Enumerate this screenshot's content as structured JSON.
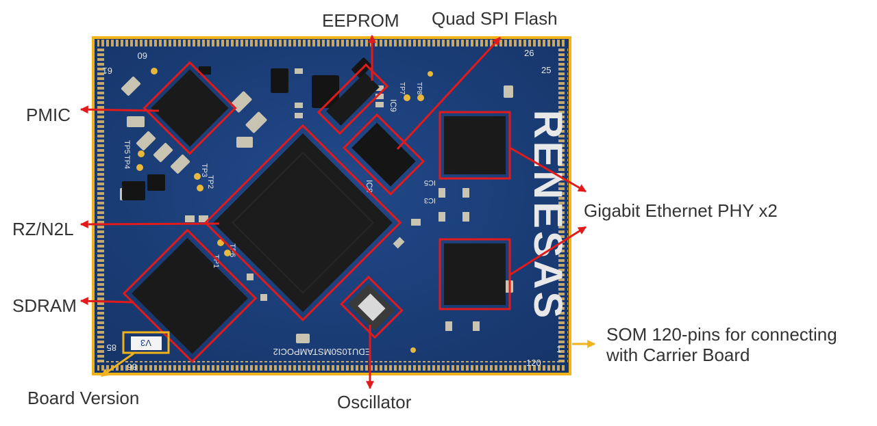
{
  "colors": {
    "background": "#ffffff",
    "pcb": "#1b3d78",
    "pcb_dark": "#12285a",
    "chip": "#1a1a1a",
    "gold": "#d8b46a",
    "outline_red": "#e11b1b",
    "outline_yellow": "#f2b21b",
    "label_text": "#333333"
  },
  "labels": {
    "eeprom": "EEPROM",
    "qspi": "Quad SPI Flash",
    "pmic": "PMIC",
    "rzn2l": "RZ/N2L",
    "sdram": "SDRAM",
    "gbe_phy": "Gigabit Ethernet PHY x2",
    "som_pins": "SOM 120-pins for connecting with Carrier Board",
    "board_version": "Board Version",
    "oscillator": "Oscillator"
  },
  "silkscreen": {
    "brand": "RENESAS",
    "part_number": "EDU10S0MSTAMPOCI2",
    "version": "V3",
    "pin_60": "60",
    "pin_61": "61",
    "pin_26": "26",
    "pin_25": "25",
    "pin_85": "85",
    "pin_86": "86",
    "pin_120": "120",
    "pin_1": "1",
    "ic9": "IC9",
    "ic8": "IC8",
    "ic5": "IC5",
    "ic3": "IC3",
    "tp5": "TP5",
    "tp4": "TP4",
    "tp3": "TP3",
    "tp2": "TP2",
    "tp6": "TP6",
    "tp1": "TP1",
    "tp7": "TP7",
    "tp8": "TP8"
  },
  "icons": {
    "arrow": "arrowhead-icon"
  }
}
